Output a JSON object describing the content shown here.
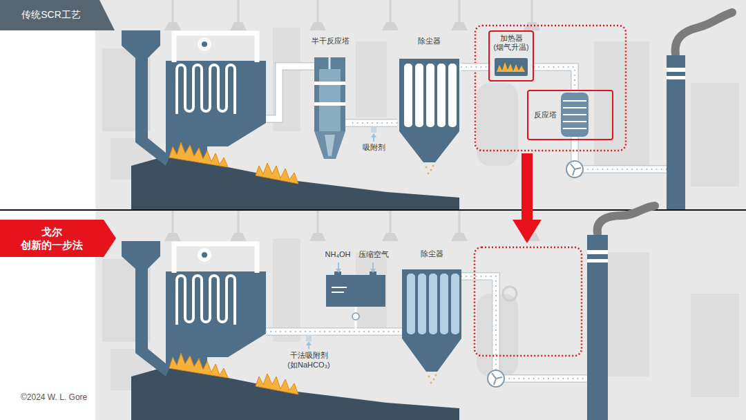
{
  "diagram": {
    "nodes": [
      {
        "text": [
          "传统SCR工艺"
        ]
      },
      {
        "text": [
          "半干反应塔"
        ]
      },
      {
        "text": [
          "除尘器"
        ]
      },
      {
        "text": [
          "加热器 (烟气升温)"
        ]
      },
      {
        "text": [
          "反应塔"
        ]
      },
      {
        "text": [
          "戈尔 创新的一步法"
        ]
      },
      {
        "text": [
          "除尘器"
        ]
      }
    ],
    "edges": [
      {
        "from": 1,
        "to": 2,
        "arrow": "none"
      },
      {
        "from": 2,
        "to": 3,
        "arrow": "none"
      },
      {
        "from": 3,
        "to": 4,
        "arrow": "none"
      }
    ],
    "labels": [
      "吸附剂",
      "NH₄OH",
      "压缩空气",
      "干法吸附剂 (如NaHCO₃)",
      "©2024 W. L. Gore"
    ]
  }
}
